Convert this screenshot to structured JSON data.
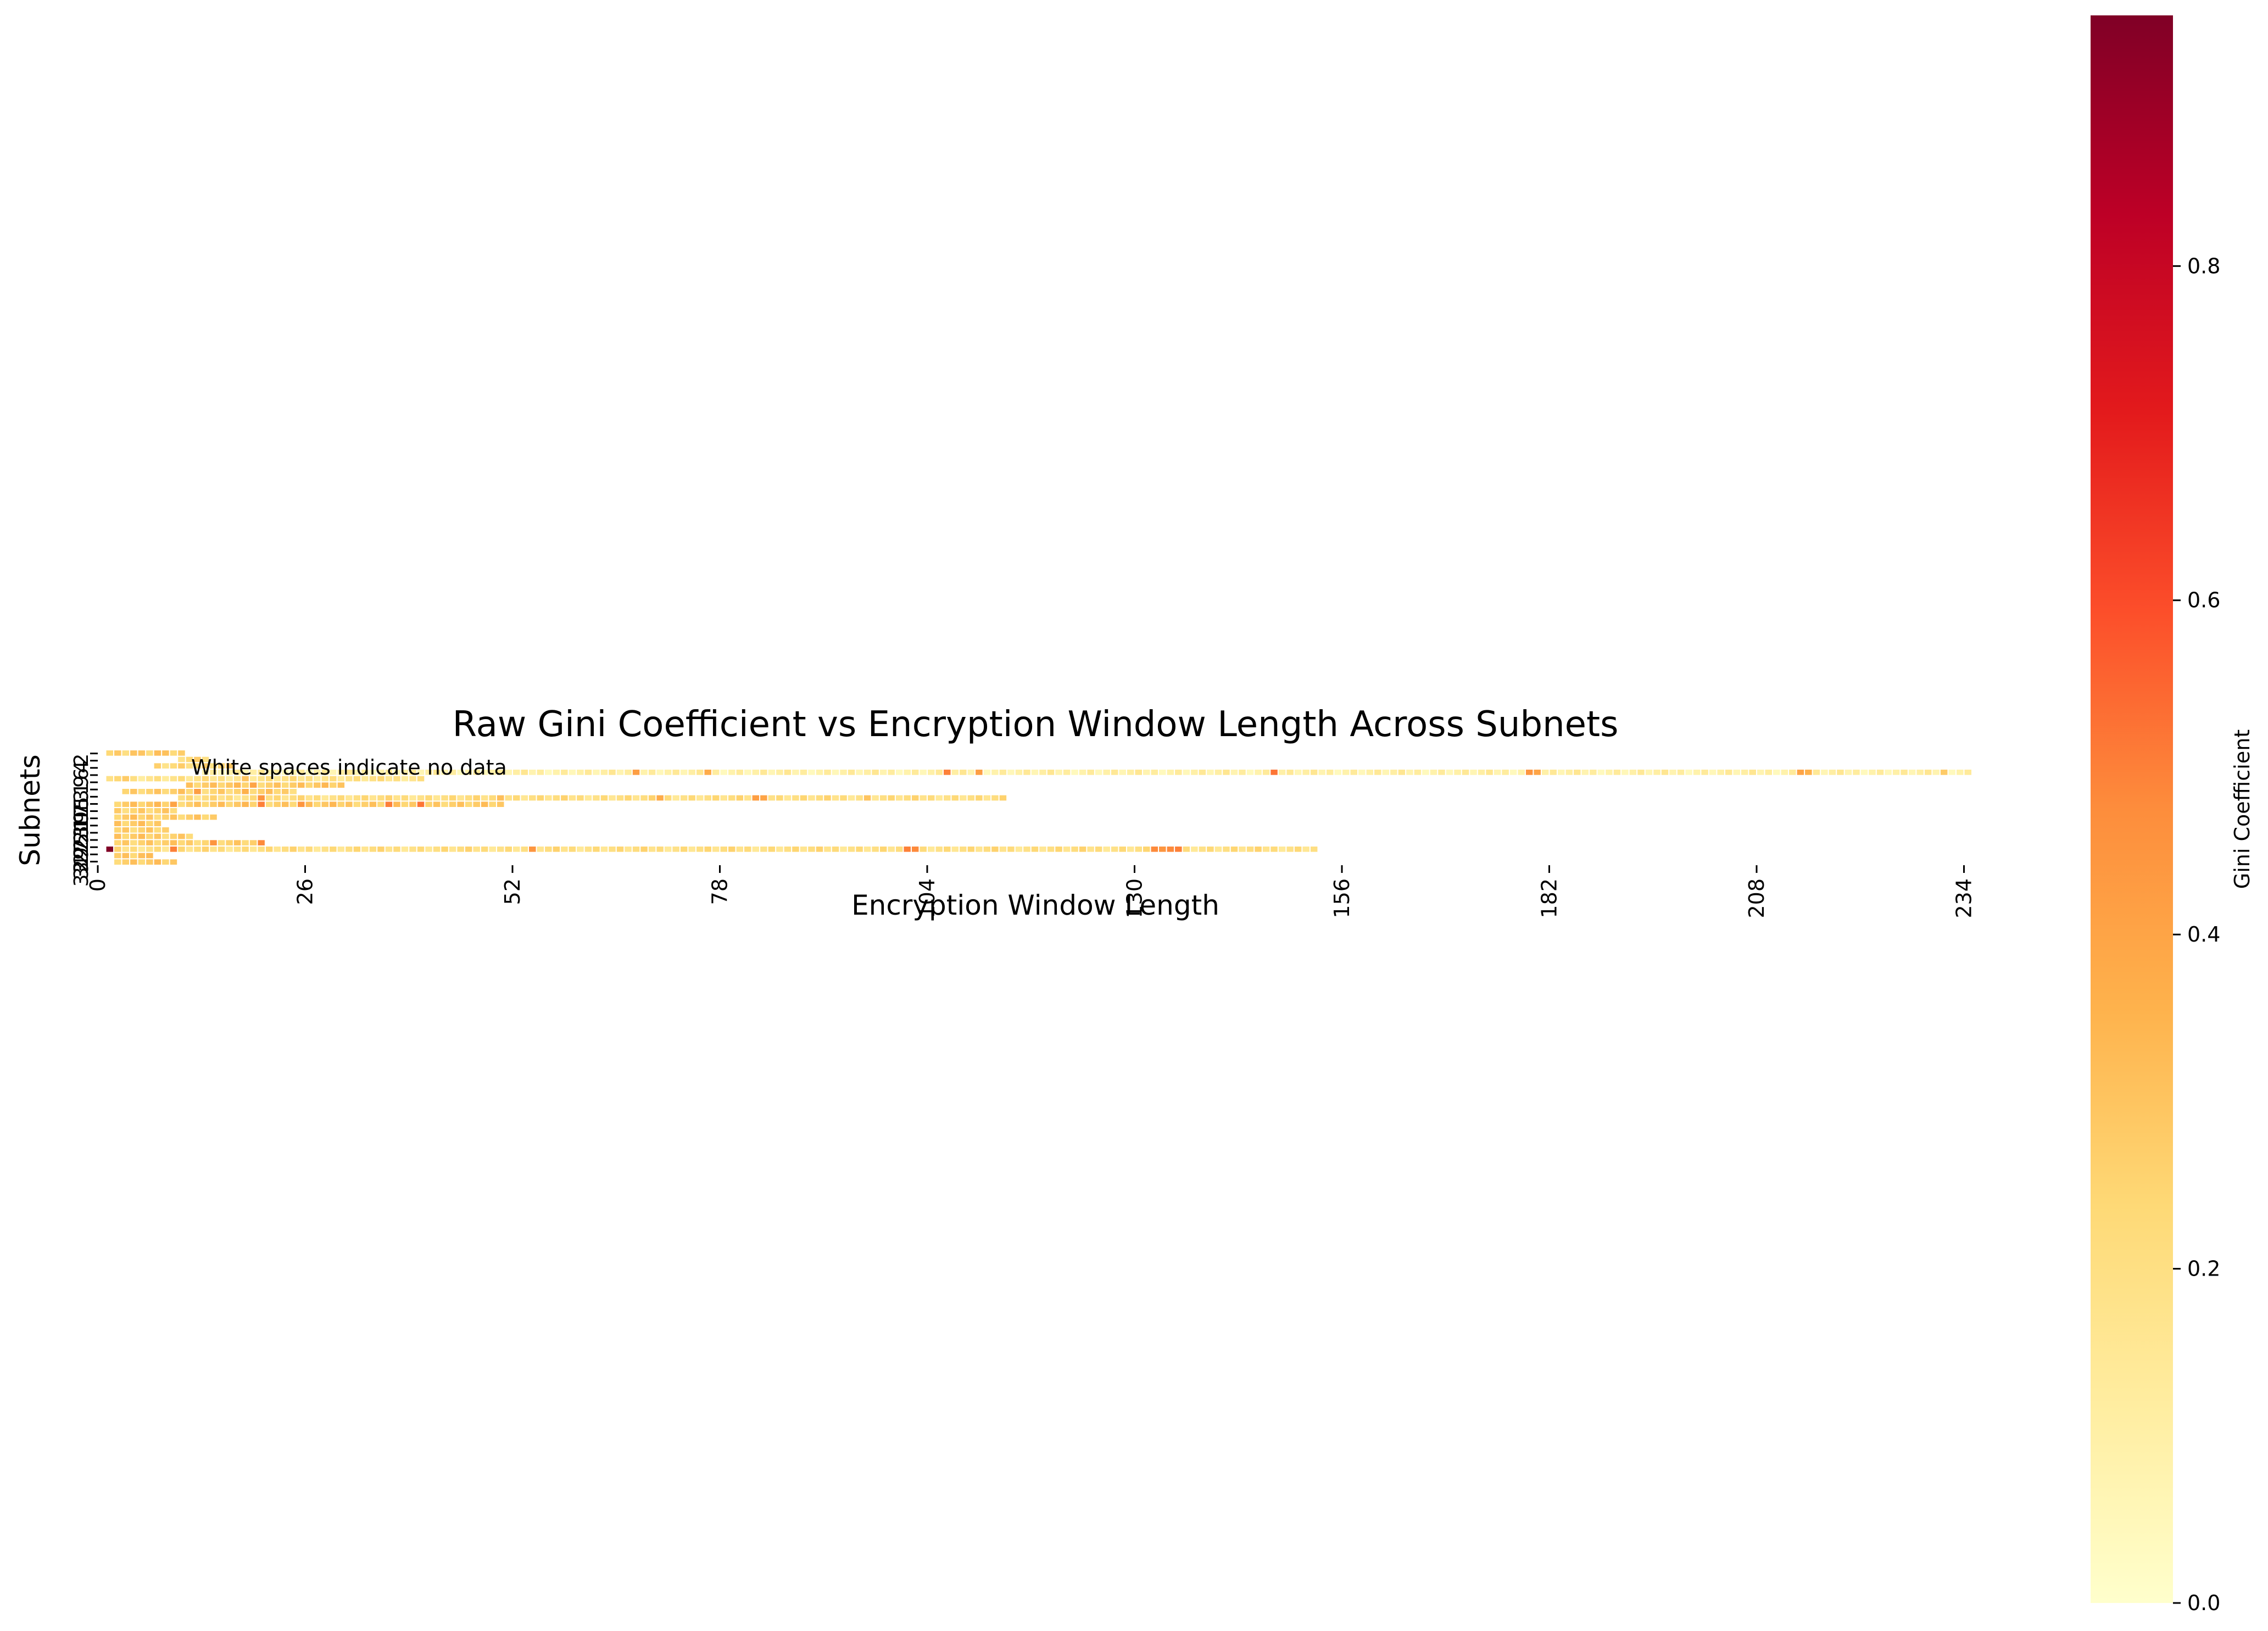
{
  "chart_data": {
    "type": "heatmap",
    "title": "Raw Gini Coefficient vs Encryption Window Length Across Subnets",
    "xlabel": "Encryption Window Length",
    "ylabel": "Subnets",
    "annotation": "White spaces indicate no data",
    "colorbar_label": "Gini Coefficient",
    "colorbar_ticks": [
      "0.0",
      "0.2",
      "0.4",
      "0.6",
      "0.8"
    ],
    "colorbar_range": [
      0,
      0.95
    ],
    "colormap": [
      "#ffffcc",
      "#ffeda0",
      "#fed976",
      "#feb24c",
      "#fd8d3c",
      "#fc4e2a",
      "#e31a1c",
      "#bd0026",
      "#800026"
    ],
    "x_tick_labels": [
      "0",
      "26",
      "52",
      "78",
      "104",
      "130",
      "156",
      "182",
      "208",
      "234"
    ],
    "x_tick_values": [
      0,
      26,
      52,
      78,
      104,
      130,
      156,
      182,
      208,
      234
    ],
    "x_range": [
      0,
      235
    ],
    "y_tick_labels": [
      "2",
      "4",
      "6",
      "9",
      "11",
      "13",
      "15",
      "17",
      "19",
      "21",
      "23",
      "25",
      "27",
      "29",
      "31",
      "33"
    ],
    "missing_value_color": "#ffffff",
    "rows": [
      {
        "subnet": "2",
        "start": 1,
        "end": 10,
        "base": 0.25,
        "spikes": [
          {
            "x": 4,
            "v": 0.3
          },
          {
            "x": 7,
            "v": 0.32
          }
        ]
      },
      {
        "subnet": "3",
        "start": 10,
        "end": 13,
        "base": 0.22,
        "spikes": []
      },
      {
        "subnet": "4",
        "start": 7,
        "end": 16,
        "base": 0.24,
        "spikes": []
      },
      {
        "subnet": "5",
        "start": 13,
        "end": 234,
        "base": 0.1,
        "spikes": [
          {
            "x": 67,
            "v": 0.42
          },
          {
            "x": 76,
            "v": 0.38
          },
          {
            "x": 106,
            "v": 0.5
          },
          {
            "x": 110,
            "v": 0.42
          },
          {
            "x": 147,
            "v": 0.52
          },
          {
            "x": 179,
            "v": 0.45
          },
          {
            "x": 180,
            "v": 0.4
          },
          {
            "x": 213,
            "v": 0.4
          },
          {
            "x": 214,
            "v": 0.36
          },
          {
            "x": 231,
            "v": 0.28
          }
        ]
      },
      {
        "subnet": "6",
        "start": 1,
        "end": 40,
        "base": 0.18,
        "spikes": [
          {
            "x": 3,
            "v": 0.28
          },
          {
            "x": 18,
            "v": 0.3
          }
        ]
      },
      {
        "subnet": "9",
        "start": 11,
        "end": 30,
        "base": 0.28,
        "spikes": [
          {
            "x": 19,
            "v": 0.4
          }
        ]
      },
      {
        "subnet": "11",
        "start": 3,
        "end": 24,
        "base": 0.26,
        "spikes": [
          {
            "x": 12,
            "v": 0.42
          },
          {
            "x": 18,
            "v": 0.36
          }
        ]
      },
      {
        "subnet": "13",
        "start": 10,
        "end": 113,
        "base": 0.2,
        "spikes": [
          {
            "x": 20,
            "v": 0.45
          },
          {
            "x": 50,
            "v": 0.32
          },
          {
            "x": 70,
            "v": 0.38
          },
          {
            "x": 82,
            "v": 0.42
          },
          {
            "x": 83,
            "v": 0.4
          },
          {
            "x": 96,
            "v": 0.3
          }
        ]
      },
      {
        "subnet": "15",
        "start": 2,
        "end": 50,
        "base": 0.28,
        "spikes": [
          {
            "x": 9,
            "v": 0.4
          },
          {
            "x": 20,
            "v": 0.5
          },
          {
            "x": 25,
            "v": 0.45
          },
          {
            "x": 36,
            "v": 0.5
          },
          {
            "x": 40,
            "v": 0.52
          }
        ]
      },
      {
        "subnet": "17",
        "start": 2,
        "end": 9,
        "base": 0.26,
        "spikes": []
      },
      {
        "subnet": "19",
        "start": 2,
        "end": 14,
        "base": 0.27,
        "spikes": []
      },
      {
        "subnet": "21",
        "start": 2,
        "end": 7,
        "base": 0.28,
        "spikes": []
      },
      {
        "subnet": "23",
        "start": 2,
        "end": 8,
        "base": 0.27,
        "spikes": []
      },
      {
        "subnet": "25",
        "start": 2,
        "end": 11,
        "base": 0.27,
        "spikes": []
      },
      {
        "subnet": "27",
        "start": 2,
        "end": 20,
        "base": 0.26,
        "spikes": [
          {
            "x": 14,
            "v": 0.45
          },
          {
            "x": 20,
            "v": 0.48
          }
        ]
      },
      {
        "subnet": "29",
        "start": 1,
        "end": 152,
        "base": 0.2,
        "spikes": [
          {
            "x": 1,
            "v": 0.95
          },
          {
            "x": 9,
            "v": 0.5
          },
          {
            "x": 54,
            "v": 0.45
          },
          {
            "x": 101,
            "v": 0.5
          },
          {
            "x": 102,
            "v": 0.48
          },
          {
            "x": 132,
            "v": 0.48
          },
          {
            "x": 133,
            "v": 0.45
          },
          {
            "x": 134,
            "v": 0.48
          },
          {
            "x": 135,
            "v": 0.5
          }
        ]
      },
      {
        "subnet": "31",
        "start": 2,
        "end": 6,
        "base": 0.27,
        "spikes": [
          {
            "x": 5,
            "v": 0.32
          }
        ]
      },
      {
        "subnet": "33",
        "start": 2,
        "end": 9,
        "base": 0.28,
        "spikes": []
      }
    ]
  }
}
